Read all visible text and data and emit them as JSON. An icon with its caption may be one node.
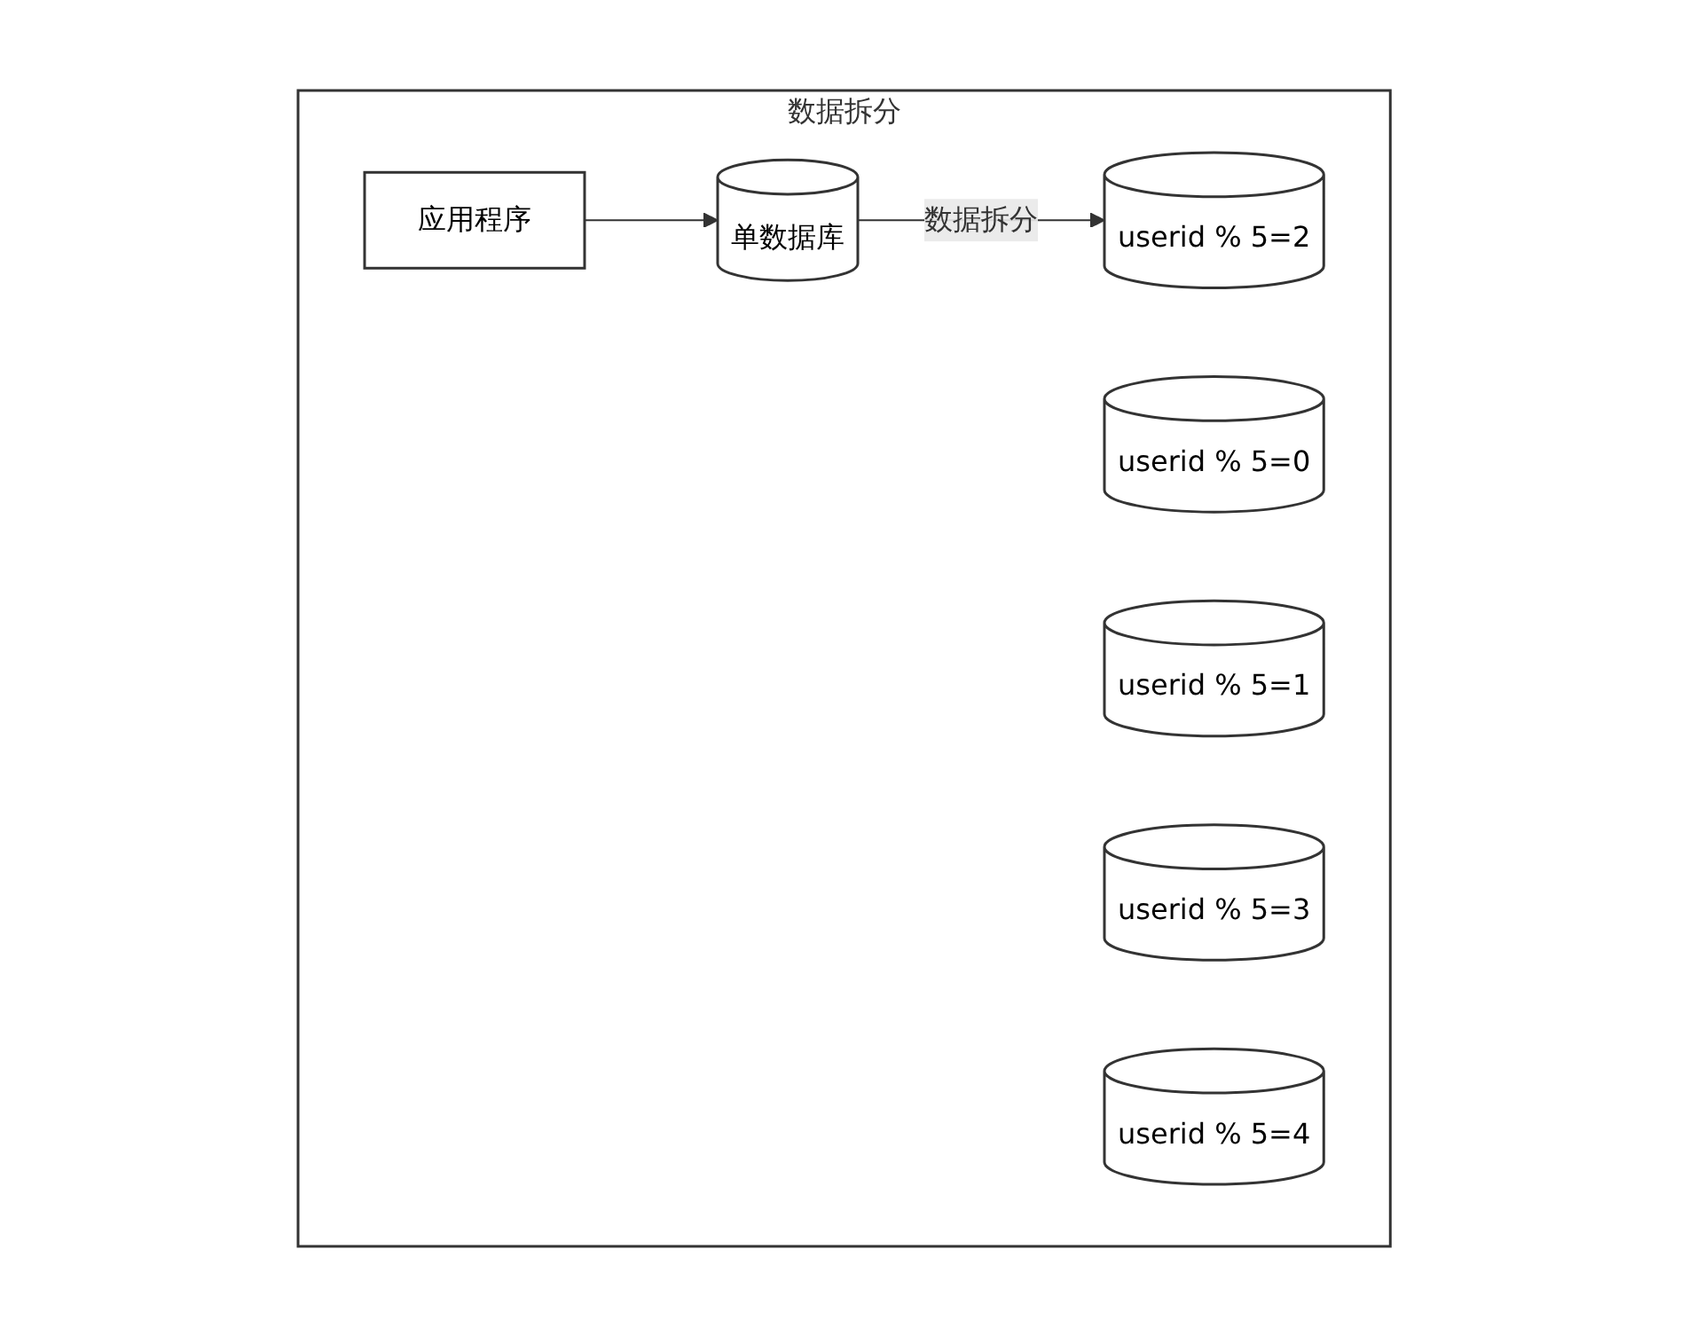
{
  "diagram": {
    "nodes": [
      {
        "text": [
          "数据拆分"
        ]
      },
      {
        "text": [
          "应用程序"
        ],
        "in": 0
      },
      {
        "text": [
          "单数据库"
        ],
        "in": 0
      },
      {
        "text": [
          "userid % 5=0"
        ],
        "in": 0
      },
      {
        "text": [
          "userid % 5=1"
        ],
        "in": 0
      },
      {
        "text": [
          "userid % 5=2"
        ],
        "in": 0
      },
      {
        "text": [
          "userid % 5=3"
        ],
        "in": 0
      },
      {
        "text": [
          "userid % 5=4"
        ],
        "in": 0
      }
    ],
    "edges": [
      {
        "from": 1,
        "to": 2,
        "arrow": "to"
      },
      {
        "from": 2,
        "to": 5,
        "arrow": "to",
        "label": "数据拆分"
      }
    ]
  }
}
